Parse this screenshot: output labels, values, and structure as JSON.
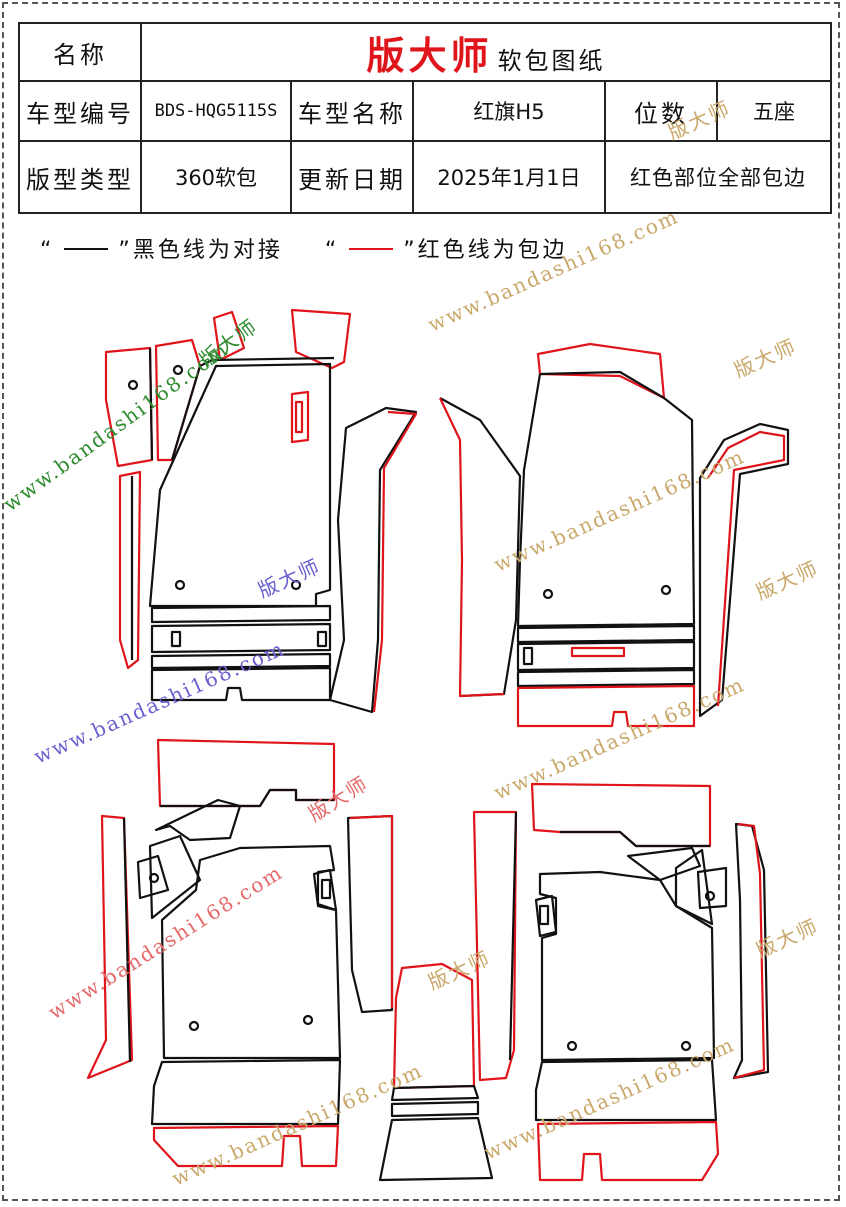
{
  "header": {
    "name_label": "名称",
    "brand": "版大师",
    "doc_title": "软包图纸",
    "model_code_label": "车型编号",
    "model_code": "BDS-HQG5115S",
    "model_name_label": "车型名称",
    "model_name": "红旗H5",
    "seats_label": "位数",
    "seats": "五座",
    "type_label": "版型类型",
    "type": "360软包",
    "update_label": "更新日期",
    "update_date": "2025年1月1日",
    "note": "红色部位全部包边"
  },
  "legend": {
    "open_quote": "“",
    "close_quote": "”",
    "black_text": "黑色线为对接",
    "red_text": "红色线为包边"
  },
  "colors": {
    "cut_line": "#111111",
    "edge_line": "#e0141b",
    "watermark_gold": "#c9a86a",
    "watermark_green": "#2e8b2e",
    "watermark_blue": "#6a5fcf",
    "watermark_red": "#e46a6a"
  },
  "watermark": {
    "url": "www.bandashi168.com",
    "brand": "版大师"
  }
}
